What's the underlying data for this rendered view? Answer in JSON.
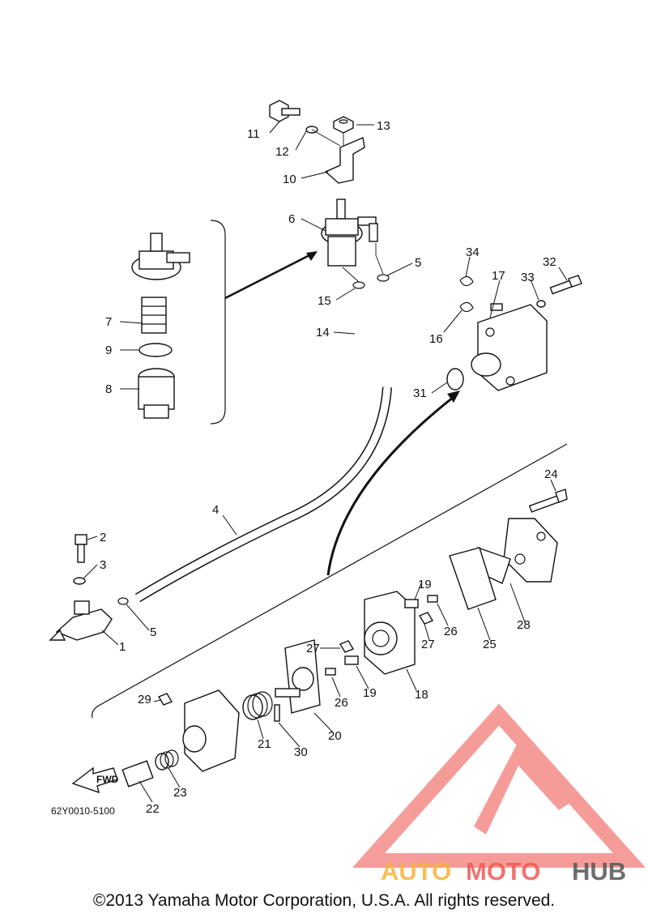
{
  "diagram": {
    "callouts": {
      "p1": "1",
      "p2": "2",
      "p3": "3",
      "p4": "4",
      "p5a": "5",
      "p5b": "5",
      "p6": "6",
      "p7": "7",
      "p8": "8",
      "p9": "9",
      "p10": "10",
      "p11": "11",
      "p12": "12",
      "p13": "13",
      "p14": "14",
      "p15": "15",
      "p16": "16",
      "p17": "17",
      "p18": "18",
      "p19a": "19",
      "p19b": "19",
      "p20": "20",
      "p21": "21",
      "p22": "22",
      "p23": "23",
      "p24": "24",
      "p25": "25",
      "p26a": "26",
      "p26b": "26",
      "p27a": "27",
      "p27b": "27",
      "p28": "28",
      "p29": "29",
      "p30": "30",
      "p31": "31",
      "p32": "32",
      "p33": "33",
      "p34": "34"
    },
    "fwd_label": "FWD",
    "drawing_code": "62Y0010-5100"
  },
  "watermark": {
    "brand_part1": "AUTO",
    "brand_part2": "MOTO",
    "brand_part3": "HUB",
    "logo_color": "#ef5b56",
    "accent_color": "#f6b43b"
  },
  "footer": {
    "copyright": "©2013 Yamaha Motor Corporation, U.S.A. All rights reserved."
  }
}
